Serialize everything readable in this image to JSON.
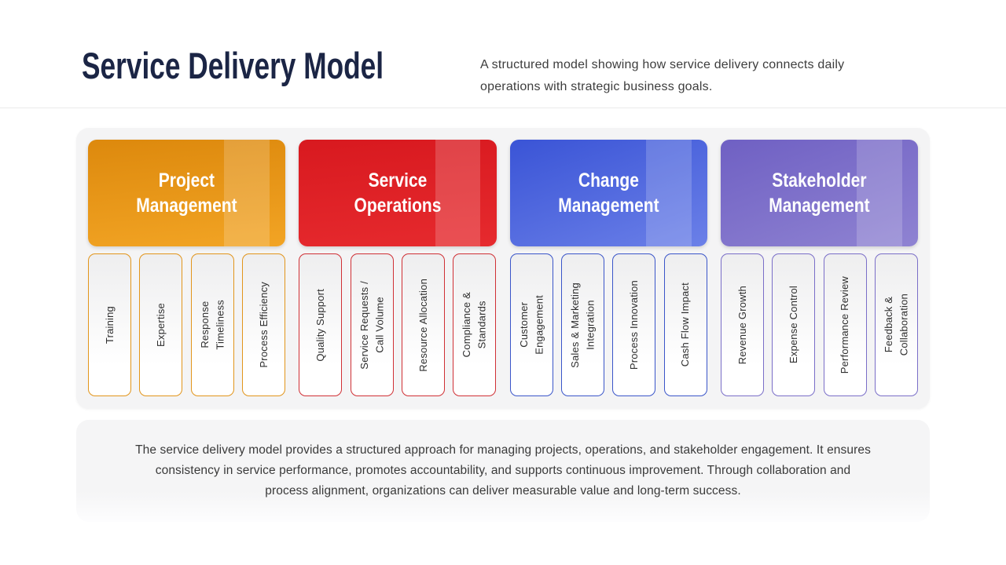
{
  "header": {
    "title": "Service Delivery Model",
    "subtitle": "A structured model showing how service delivery connects daily\noperations with strategic business goals."
  },
  "groups": [
    {
      "title": "Project\nManagement",
      "color": "#E8940F",
      "items": [
        "Training",
        "Expertise",
        "Response\nTimeliness",
        "Process Efficiency"
      ]
    },
    {
      "title": "Service\nOperations",
      "color": "#DC1E22",
      "items": [
        "Quality Support",
        "Service Requests /\nCall Volume",
        "Resource Allocation",
        "Compliance &\nStandards"
      ]
    },
    {
      "title": "Change\nManagement",
      "color": "#3F5BD9",
      "items": [
        "Customer\nEngagement",
        "Sales & Marketing\nIntegration",
        "Process Innovation",
        "Cash Flow Impact"
      ]
    },
    {
      "title": "Stakeholder\nManagement",
      "color": "#7465C6",
      "items": [
        "Revenue Growth",
        "Expense Control",
        "Performance Review",
        "Feedback &\nCollaboration"
      ]
    }
  ],
  "summary": "The service delivery model provides a structured approach for managing projects, operations, and stakeholder engagement. It ensures\nconsistency in service performance, promotes accountability, and supports continuous improvement. Through collaboration and\nprocess alignment, organizations can deliver measurable value and long-term success.",
  "colors": {
    "title_text": "#1b2545",
    "board_background": "#f4f4f5",
    "orange": "#E8940F",
    "red": "#DC1E22",
    "blue": "#3F5BD9",
    "purple": "#7465C6"
  }
}
